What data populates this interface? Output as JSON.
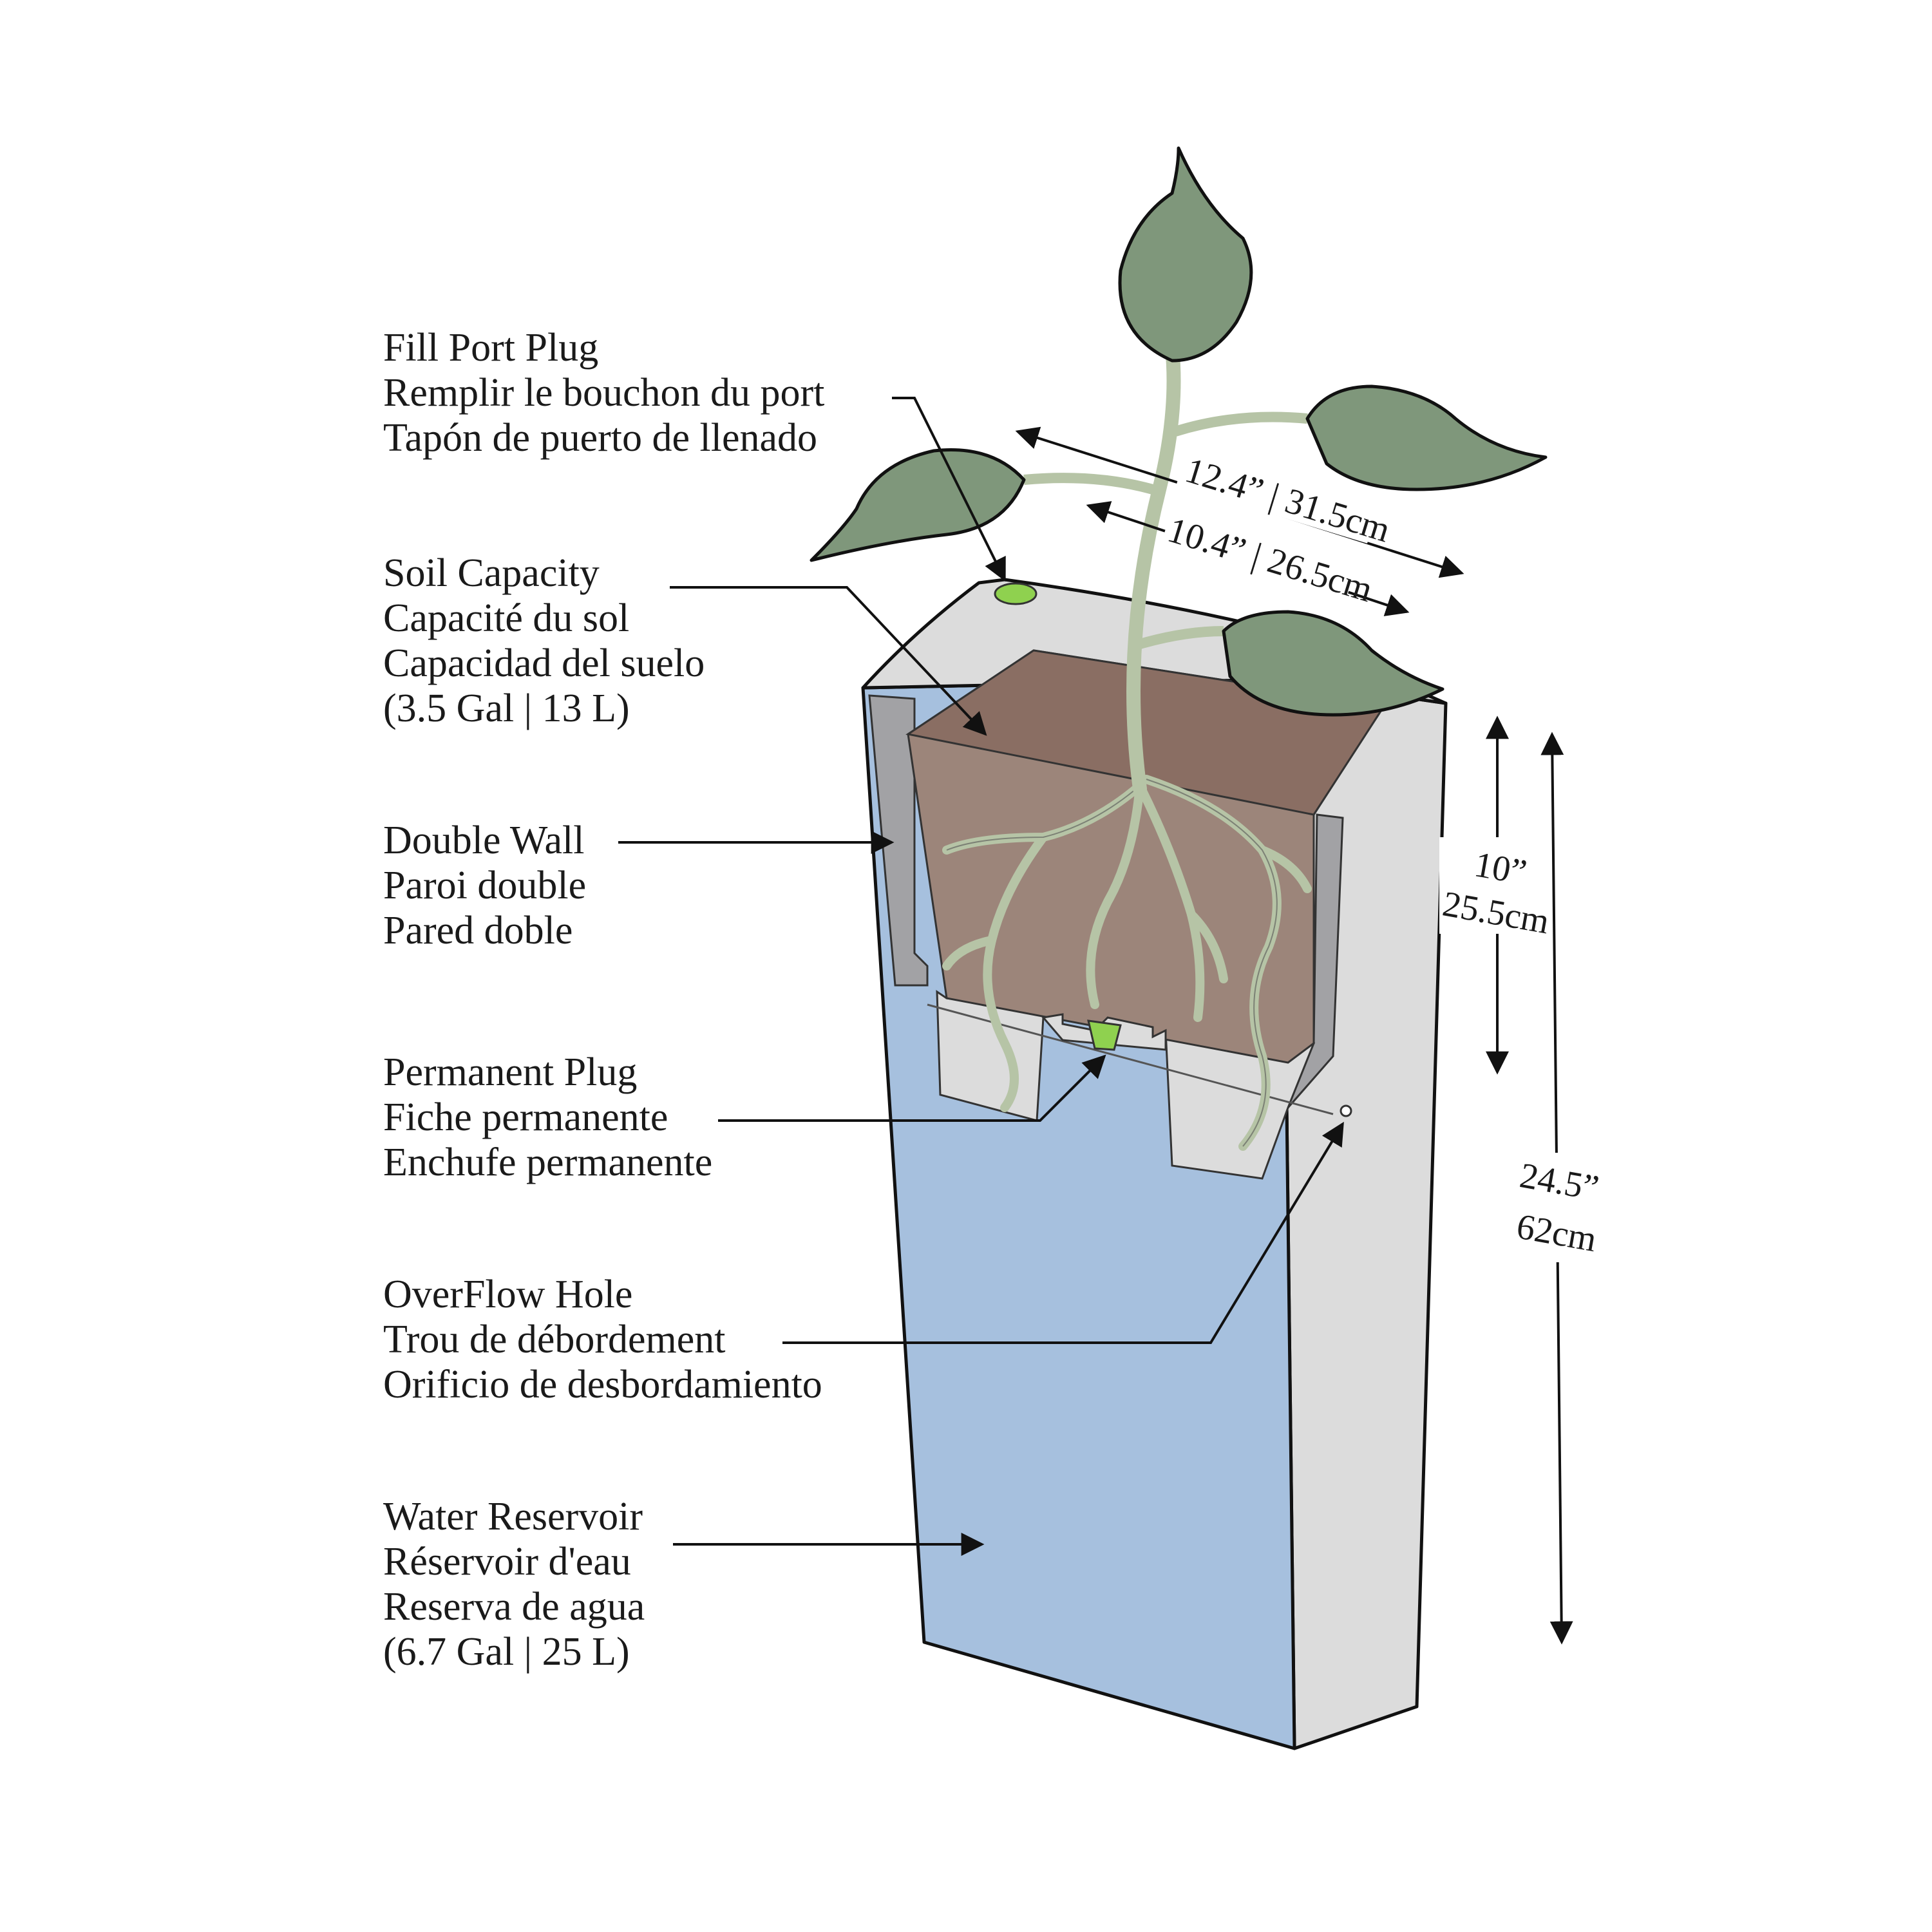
{
  "labels": {
    "fill_port_plug": [
      "Fill Port Plug",
      "Remplir le bouchon du port",
      "Tapón de puerto de llenado"
    ],
    "soil_capacity": [
      "Soil Capacity",
      "Capacité du sol",
      "Capacidad del suelo",
      "(3.5 Gal | 13 L)"
    ],
    "double_wall": [
      "Double Wall",
      "Paroi double",
      "Pared doble"
    ],
    "permanent_plug": [
      "Permanent Plug",
      "Fiche permanente",
      "Enchufe permanente"
    ],
    "overflow_hole": [
      "OverFlow Hole",
      "Trou de débordement",
      "Orificio de desbordamiento"
    ],
    "water_reservoir": [
      "Water Reservoir",
      "Réservoir d'eau",
      "Reserva de agua",
      "(6.7 Gal | 25 L)"
    ]
  },
  "dimensions": {
    "outer_width": "12.4” | 31.5cm",
    "inner_width": "10.4” | 26.5cm",
    "insert_depth": [
      "10”",
      "25.5cm"
    ],
    "total_height": [
      "24.5”",
      "62cm"
    ]
  },
  "colors": {
    "soil": "#8a6e63",
    "soil_inner": "#9c857a",
    "water": "#a6c0de",
    "planter_shell": "#dcdcdc",
    "wall_gray": "#a2a2a5",
    "leaf": "#7f977b",
    "stem": "#b6c4a6",
    "plug_green": "#8fd14f"
  }
}
